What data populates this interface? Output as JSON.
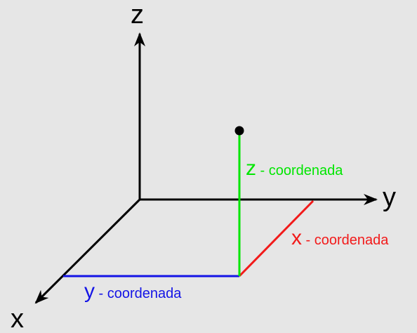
{
  "axes": {
    "z": "z",
    "y": "y",
    "x": "x"
  },
  "coordinates": {
    "z": {
      "letter": "z",
      "text": " - coordenada",
      "color": "#00e600"
    },
    "x": {
      "letter": "x",
      "text": " - coordenada",
      "color": "#f21a1a"
    },
    "y": {
      "letter": "y",
      "text": " - coordenada",
      "color": "#1414e6"
    }
  },
  "colors": {
    "background": "#e6e6e6",
    "axis": "#000000",
    "point": "#000000"
  }
}
